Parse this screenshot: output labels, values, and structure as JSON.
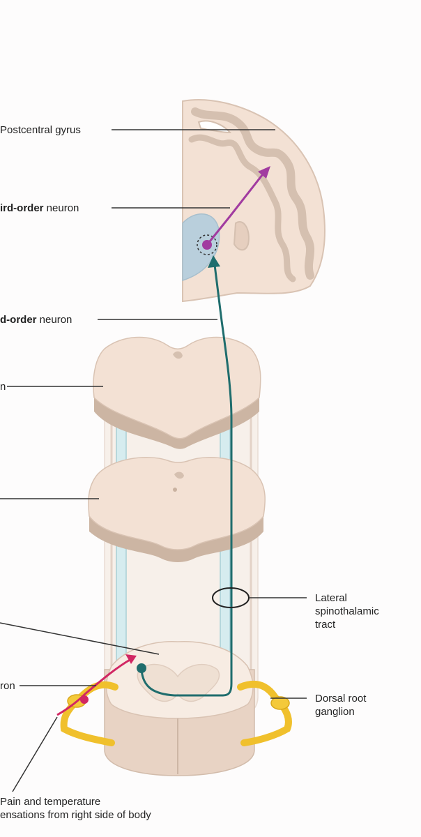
{
  "labels": {
    "postcentral_gyrus": "Postcentral gyrus",
    "third_order_bold": "ird-order",
    "third_order_rest": " neuron",
    "second_order_bold": "d-order",
    "second_order_rest": " neuron",
    "midbrain_fragment": "n",
    "first_order_fragment": "ron",
    "lateral_tract_line1": "Lateral",
    "lateral_tract_line2": "spinothalamic",
    "lateral_tract_line3": "tract",
    "dorsal_root_line1": "Dorsal root",
    "dorsal_root_line2": "ganglion",
    "pain_line1": "Pain and temperature",
    "pain_line2": "ensations from right side of body"
  },
  "colors": {
    "tissue": "#f3e1d4",
    "tissue_edge": "#d9c3b3",
    "tissue_shadow": "#ccb5a3",
    "gyrus_fold": "#d5c0b0",
    "thalamus": "#b9cfdc",
    "tract": "#d6ecef",
    "second_order_neuron": "#1f6d6d",
    "third_order_neuron": "#a13ba0",
    "first_order_neuron": "#d12763",
    "ganglion": "#f0c02c",
    "leader": "#333333"
  }
}
